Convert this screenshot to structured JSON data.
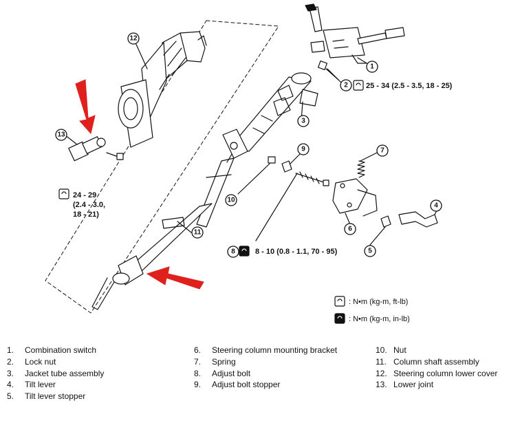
{
  "callouts": [
    "1",
    "2",
    "3",
    "4",
    "5",
    "6",
    "7",
    "8",
    "9",
    "10",
    "11",
    "12",
    "13"
  ],
  "torque_2": "25 - 34 (2.5 - 3.5, 18 - 25)",
  "torque_8": "8 - 10 (0.8 - 1.1, 70 - 95)",
  "torque_13": [
    "24 - 29",
    "(2.4 - 3.0,",
    "18 - 21)"
  ],
  "units_key": [
    {
      "icon": "torque-wrench-icon",
      "text": ": N•m  (kg-m,  ft-lb)"
    },
    {
      "icon": "torque-wrench-inlb-icon",
      "text": ": N•m  (kg-m,  in-lb)"
    }
  ],
  "colors": {
    "arrow": "#e0201c",
    "line": "#111111"
  },
  "legend": [
    [
      {
        "n": "1.",
        "t": "Combination switch"
      },
      {
        "n": "2.",
        "t": "Lock nut"
      },
      {
        "n": "3.",
        "t": "Jacket tube assembly"
      },
      {
        "n": "4.",
        "t": "Tilt lever"
      },
      {
        "n": "5.",
        "t": "Tilt lever stopper"
      }
    ],
    [
      {
        "n": "6.",
        "t": "Steering column mounting bracket"
      },
      {
        "n": "7.",
        "t": "Spring"
      },
      {
        "n": "8.",
        "t": "Adjust bolt"
      },
      {
        "n": "9.",
        "t": "Adjust bolt stopper"
      }
    ],
    [
      {
        "n": "10.",
        "t": "Nut"
      },
      {
        "n": "11.",
        "t": "Column shaft assembly"
      },
      {
        "n": "12.",
        "t": "Steering column lower cover"
      },
      {
        "n": "13.",
        "t": "Lower joint"
      }
    ]
  ]
}
